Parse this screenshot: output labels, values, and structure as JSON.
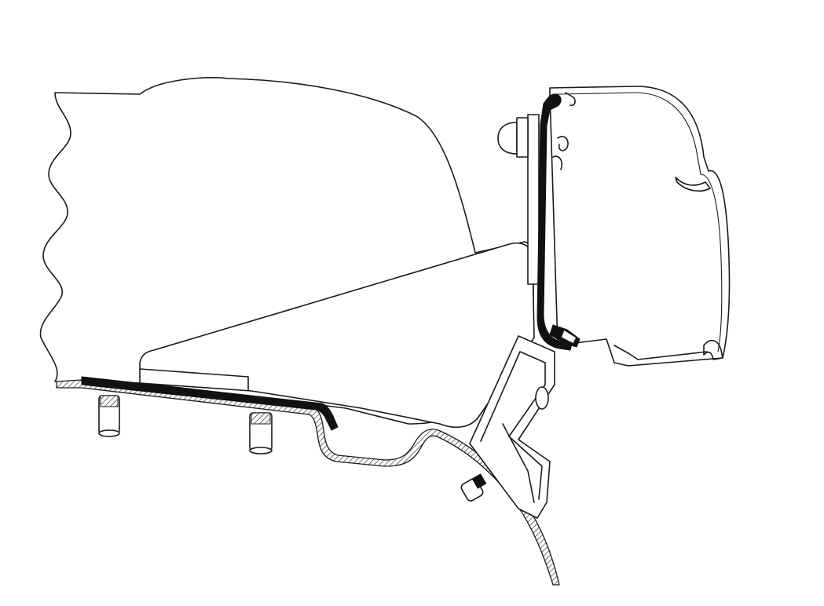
{
  "diagram": {
    "background": "#ffffff",
    "line_color": "#1a1a1a",
    "fill_dark": "#111111",
    "components": [
      "vehicle-roof",
      "roof-rail-profile",
      "mounting-bracket",
      "mounting-plate",
      "bolt",
      "nut",
      "awning-cassette",
      "awning-rail-adapter"
    ]
  }
}
